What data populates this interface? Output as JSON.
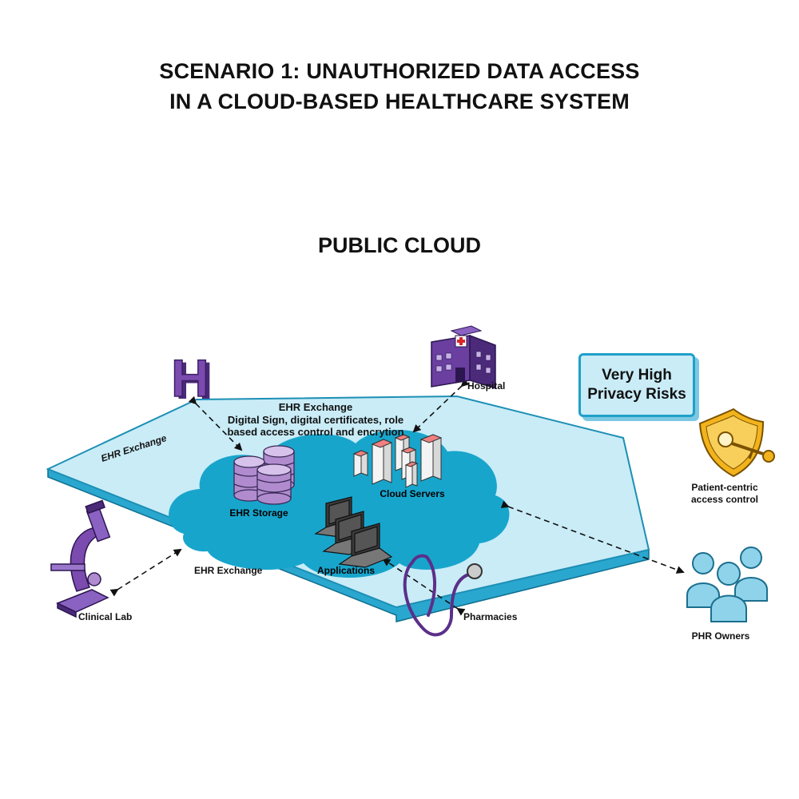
{
  "title": {
    "line1": "SCENARIO 1: UNAUTHORIZED DATA ACCESS",
    "line2": "IN A CLOUD-BASED HEALTHCARE SYSTEM"
  },
  "subtitle": "PUBLIC CLOUD",
  "labels": {
    "ehr_exchange_top": "EHR Exchange",
    "security_line1": "Digital Sign, digital certificates, role",
    "security_line2": "based access control and encrytion",
    "ehr_exchange_left": "EHR Exchange",
    "ehr_exchange_bottom": "EHR Exchange",
    "hospital": "Hospital",
    "ehr_storage": "EHR Storage",
    "cloud_servers": "Cloud Servers",
    "applications": "Applications",
    "clinical_lab": "Clinical Lab",
    "pharmacies": "Pharmacies",
    "patient_centric_line1": "Patient-centric",
    "patient_centric_line2": "access control",
    "phr_owners": "PHR Owners",
    "h_letter": "H"
  },
  "risk_box": {
    "line1": "Very High",
    "line2": "Privacy Risks"
  },
  "watermark_id": "682026649",
  "colors": {
    "platform_top": "#c9ecf7",
    "platform_edge": "#2aa7cf",
    "cloud": "#18a5cc",
    "purple": "#7b4bb0",
    "storage": "#b08ccf",
    "gold": "#f2b31c",
    "people": "#8fd3ea"
  },
  "icons": [
    "h-letter-icon",
    "hospital-icon",
    "database-icon",
    "cloud-servers-icon",
    "laptops-icon",
    "microscope-icon",
    "stethoscope-icon",
    "shield-key-icon",
    "people-icon"
  ]
}
